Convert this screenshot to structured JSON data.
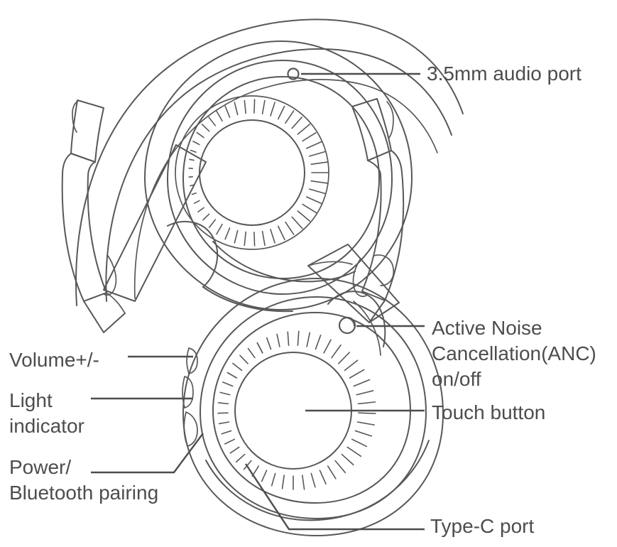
{
  "diagram": {
    "title": "Folded over-ear headphones component callout diagram",
    "product": "over-ear bluetooth headphones",
    "line_color": "#58585a",
    "text_color": "#4d4d4f",
    "background_color": "#ffffff"
  },
  "callouts": {
    "audio_port": {
      "label": "3.5mm audio port",
      "side": "right",
      "marker": "port-hole-circle"
    },
    "anc": {
      "label": "Active Noise\nCancellation(ANC)\non/off",
      "side": "right",
      "marker": "anc-button-circle"
    },
    "touch_button": {
      "label": "Touch button",
      "side": "right",
      "marker": "earcup-center-disc"
    },
    "type_c": {
      "label": "Type-C port",
      "side": "right",
      "marker": "bottom-edge-port"
    },
    "volume": {
      "label": "Volume+/-",
      "side": "left",
      "marker": "side-rocker-button"
    },
    "light_indicator": {
      "label": "Light\nindicator",
      "side": "left",
      "marker": "side-led-slot"
    },
    "power": {
      "label": "Power/\nBluetooth pairing",
      "side": "left",
      "marker": "side-power-button"
    }
  },
  "parts": [
    {
      "name": "headband",
      "description": "padded arc over top earcup"
    },
    {
      "name": "upper-earcup",
      "description": "folded top ear cup with cushion ring"
    },
    {
      "name": "lower-earcup",
      "description": "folded bottom ear cup with cushion ring"
    },
    {
      "name": "slider-arm-left",
      "description": "left height adjustment arm"
    },
    {
      "name": "slider-arm-right",
      "description": "right height adjustment arm"
    },
    {
      "name": "hinge-yoke",
      "description": "folding hinge connecting cups"
    }
  ]
}
